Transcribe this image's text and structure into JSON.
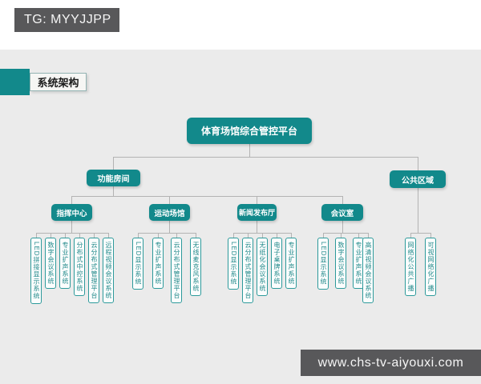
{
  "watermarks": {
    "top": "TG: MYYJJPP",
    "bottom": "www.chs-tv-aiyouxi.com"
  },
  "slide": {
    "section_title": "系统架构"
  },
  "colors": {
    "teal": "#12898b",
    "bar_gray": "#58585a",
    "slide_bg": "#ebebeb",
    "connector": "#b3b3b3",
    "leaf_text": "#258b8c"
  },
  "org": {
    "root": "体育场馆综合管控平台",
    "branches": [
      {
        "label": "功能房间",
        "children": [
          {
            "label": "指挥中心",
            "systems": [
              "LED拼接显示系统",
              "数字会议系统",
              "专业扩声系统",
              "分布式中控系统",
              "云分布式管理平台",
              "远程视频会议系统"
            ]
          },
          {
            "label": "运动场馆",
            "systems": [
              "LED显示系统",
              "专业扩声系统",
              "云分布式管理平台",
              "无线麦克风系统"
            ]
          },
          {
            "label": "新闻发布厅",
            "systems": [
              "LED显示系统",
              "云分布式管理平台",
              "无纸化会议系统",
              "电子桌牌系统",
              "专业扩声系统"
            ]
          },
          {
            "label": "会议室",
            "systems": [
              "LED显示系统",
              "数字会议系统",
              "专业扩声系统",
              "高清视频会议系统"
            ]
          }
        ]
      },
      {
        "label": "公共区域",
        "systems": [
          "网络化公共广播",
          "可视网络化广播"
        ]
      }
    ]
  }
}
